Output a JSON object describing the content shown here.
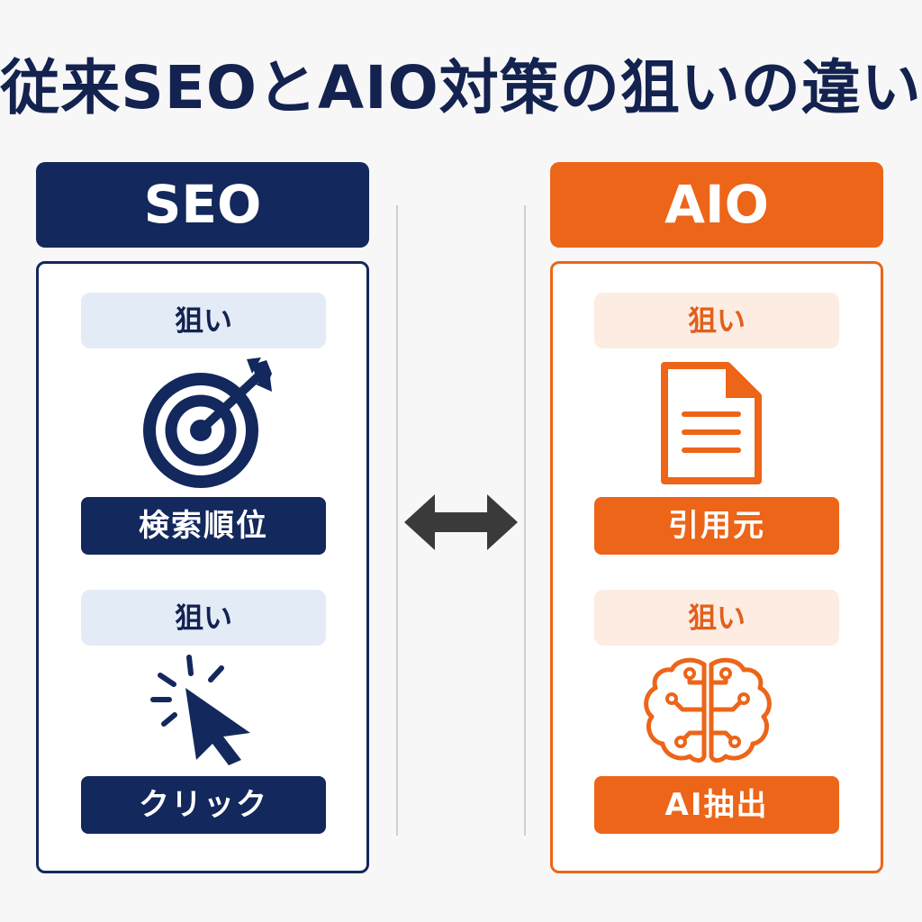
{
  "title": "従来SEOとAIO対策の狙いの違い",
  "colors": {
    "navy": "#13285c",
    "orange": "#ec6518",
    "navy_light": "#e3ebf7",
    "orange_light": "#fdece2"
  },
  "seo": {
    "header": "SEO",
    "items": [
      {
        "aim": "狙い",
        "icon": "target-icon",
        "label": "検索順位"
      },
      {
        "aim": "狙い",
        "icon": "cursor-click-icon",
        "label": "クリック"
      }
    ]
  },
  "aio": {
    "header": "AIO",
    "items": [
      {
        "aim": "狙い",
        "icon": "document-icon",
        "label": "引用元"
      },
      {
        "aim": "狙い",
        "icon": "brain-circuit-icon",
        "label": "AI抽出"
      }
    ]
  },
  "center_icon": "double-arrow-icon"
}
